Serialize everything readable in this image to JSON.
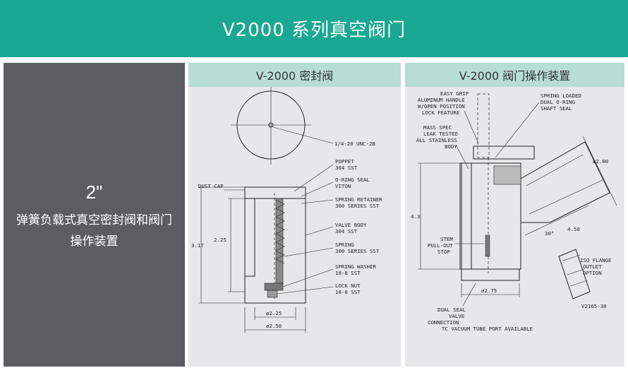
{
  "header": {
    "title": "V2000  系列真空阀门"
  },
  "left_panel": {
    "size": "2\"",
    "description": "弹簧负载式真空密封阀和阀门操作装置"
  },
  "panel_left": {
    "title": "V-2000  密封阀",
    "labels": {
      "thread": "1/4-20 UNC-2B",
      "dust_cap": "DUST CAP",
      "poppet_1": "POPPET",
      "poppet_2": "304 SST",
      "oring_1": "O-RING SEAL",
      "oring_2": "VITON",
      "retainer_1": "SPRING RETAINER",
      "retainer_2": "300 SERIES SST",
      "body_1": "VALVE BODY",
      "body_2": "304 SST",
      "spring_1": "SPRING",
      "spring_2": "300 SERIES SST",
      "washer_1": "SPRING WASHER",
      "washer_2": "18-8 SST",
      "nut_1": "LOCK NUT",
      "nut_2": "18-8 SST",
      "dim_225_h": "2.25",
      "dim_317": "3.17",
      "dim_225_d": "ø2.25",
      "dim_250_d": "ø2.50"
    }
  },
  "panel_right": {
    "title": "V-2000 阀门操作装置",
    "labels": {
      "grip_1": "EASY GRIP",
      "grip_2": "ALUMINUM HANDLE",
      "grip_3": "W/OPEN POSITION",
      "grip_4": "LOCK FEATURE",
      "spring_1": "SPRING LOADED",
      "spring_2": "DUAL O-RING",
      "spring_3": "SHAFT SEAL",
      "mass_1": "MASS SPEC",
      "mass_2": "LEAK TESTED",
      "mass_3": "ALL STAINLESS",
      "mass_4": "BODY",
      "dim_200": "ø2.00",
      "dim_43": "4.3",
      "dim_30": "30°",
      "dim_450": "4.50",
      "stem_1": "STEM",
      "stem_2": "PULL-OUT",
      "stem_3": "STOP",
      "iso_1": "ISO FLANGE",
      "iso_2": "OUTLET",
      "iso_3": "OPTION",
      "dim_275": "ø2.75",
      "dual_1": "DUAL SEAL",
      "dual_2": "VALVE",
      "dual_3": "CONNECTION",
      "tc": "TC VACUUM TUBE PORT AVAILABLE",
      "part": "V2165-30"
    }
  }
}
